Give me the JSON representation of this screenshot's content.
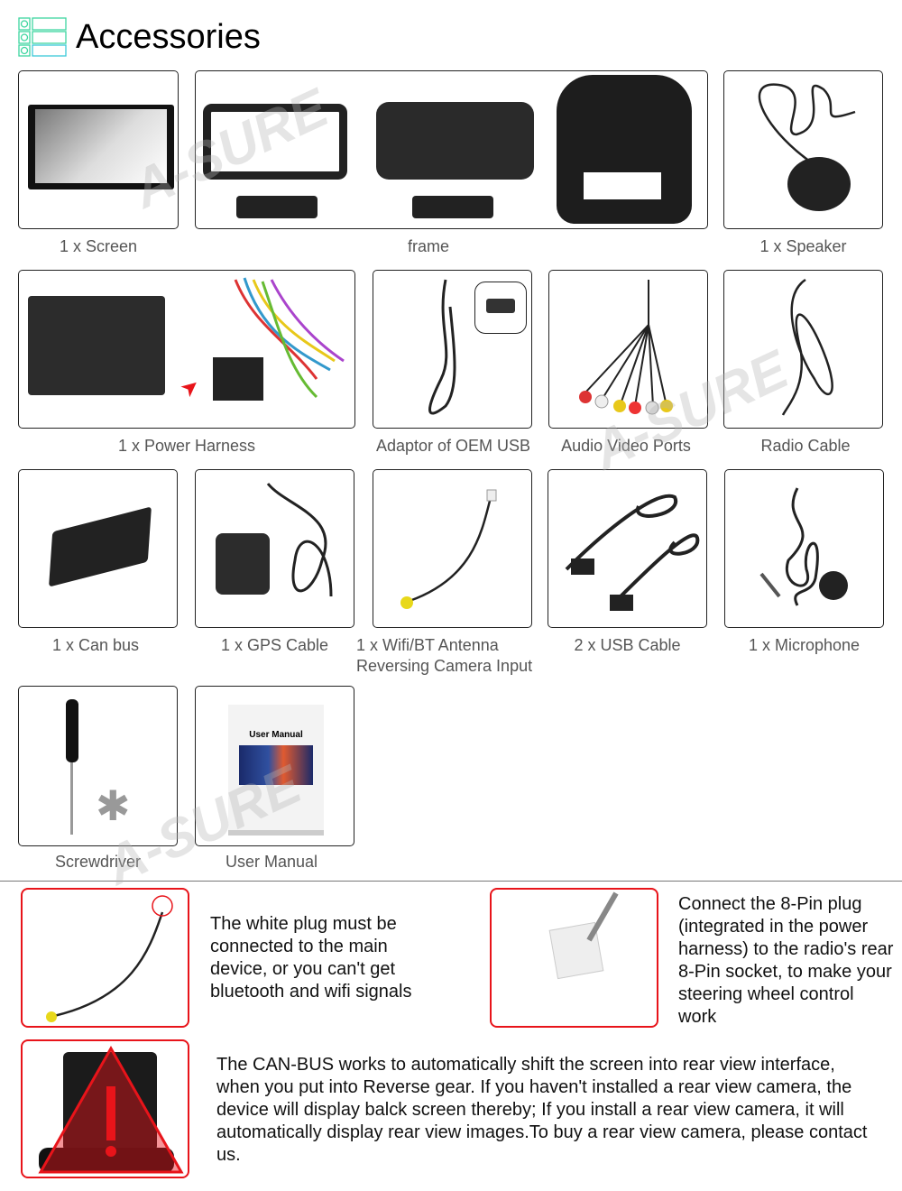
{
  "header": {
    "title": "Accessories",
    "icon": "list-icon",
    "accent": "#3ed6a0"
  },
  "watermark": "A-SURE",
  "items": [
    {
      "caption": "1 x Screen"
    },
    {
      "caption": "frame"
    },
    {
      "caption": "1 x Speaker"
    },
    {
      "caption": "1 x Power Harness"
    },
    {
      "caption": "Adaptor of OEM USB"
    },
    {
      "caption": "Audio Video Ports"
    },
    {
      "caption": "Radio Cable"
    },
    {
      "caption": "1 x Can bus"
    },
    {
      "caption": "1 x GPS Cable"
    },
    {
      "caption": "1 x Wifi/BT Antenna",
      "caption2": "Reversing Camera Input"
    },
    {
      "caption": "2 x USB Cable"
    },
    {
      "caption": "1 x Microphone"
    },
    {
      "caption": "Screwdriver"
    },
    {
      "caption": "User Manual",
      "label": "User Manual"
    }
  ],
  "notes": {
    "wifi": "The white plug must be connected to the main device, or you can't get bluetooth and wifi signals",
    "pin": "Connect the 8-Pin plug (integrated in the power harness) to the radio's rear 8-Pin socket, to make your steering wheel control work",
    "canbus": "The CAN-BUS works to automatically shift the screen into rear view interface, when you put into Reverse gear. If you haven't installed a rear view camera, the device will display balck screen thereby; If you install a rear view camera, it will automatically display rear view images.To buy a rear view camera, please contact us."
  }
}
